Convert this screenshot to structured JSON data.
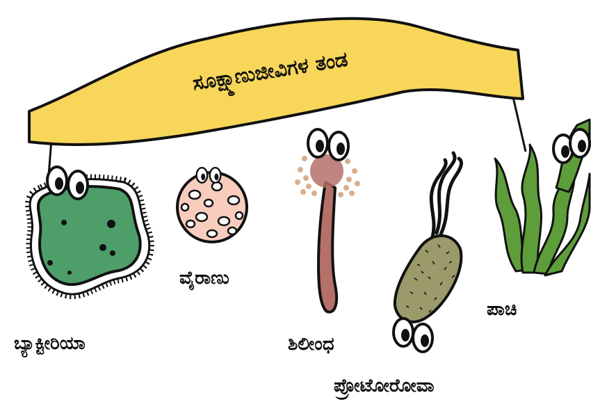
{
  "banner": {
    "title": "ಸೂಕ್ಷ್ಮಾಣುಜೀವಿಗಳ ತಂಡ",
    "color": "#F7D65A"
  },
  "organisms": [
    {
      "name": "ಬ್ಯಾಕ್ಟೀರಿಯಾ",
      "icon": "bacteria-icon",
      "color": "#4E9E6A"
    },
    {
      "name": "ವೈರಾಣು",
      "icon": "virus-icon",
      "color": "#F8CDBE"
    },
    {
      "name": "ಶಿಲೀಂಧ",
      "icon": "fungus-icon",
      "color": "#B5706A"
    },
    {
      "name": "ಪ್ರೋಟೋರೋವಾ",
      "icon": "protozoa-icon",
      "color": "#9A9A6A"
    },
    {
      "name": "ಪಾಚಿ",
      "icon": "algae-icon",
      "color": "#5E9E3A"
    }
  ]
}
